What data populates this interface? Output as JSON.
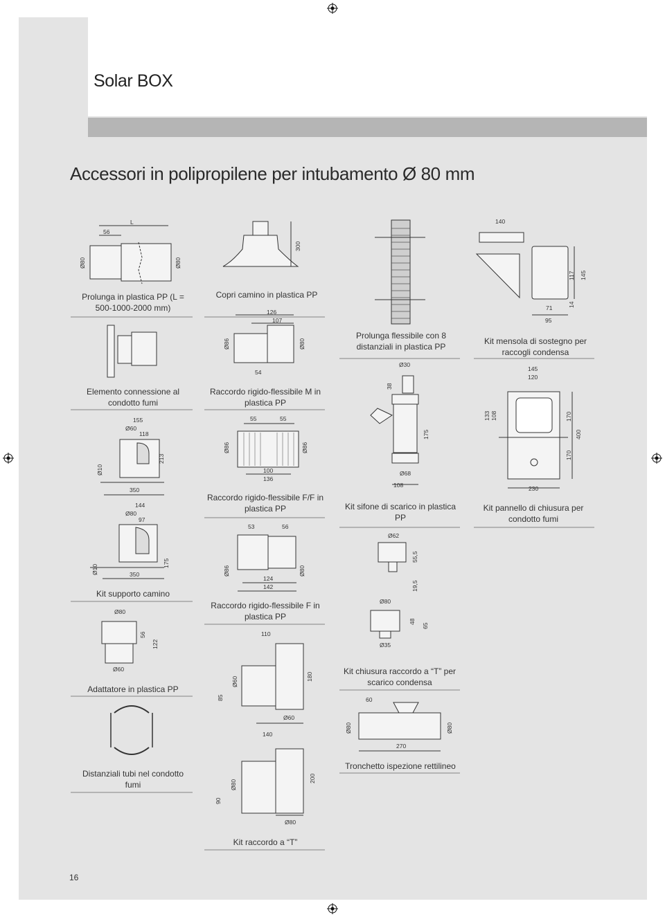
{
  "header": {
    "title": "Solar BOX"
  },
  "section": {
    "title": "Accessori in polipropilene per intubamento Ø 80 mm"
  },
  "page_number": "16",
  "captions": {
    "c1": "Prolunga in plastica PP (L =\n500-1000-2000 mm)",
    "c2": "Copri camino in plastica PP",
    "c3": "Prolunga flessibile con 8\ndistanziali in plastica PP",
    "c4": "Kit mensola di sostegno per\nraccogli condensa",
    "c5": "Elemento connessione al\ncondotto fumi",
    "c6": "Raccordo rigido-flessibile M in\nplastica PP",
    "c7": "Raccordo rigido-flessibile F/F in\nplastica PP",
    "c8": "Kit sifone di scarico in plastica\nPP",
    "c9": "Kit pannello di chiusura per\ncondotto fumi",
    "c10": "Kit supporto camino",
    "c11": "Raccordo rigido-flessibile F in\nplastica PP",
    "c12": "Adattatore in plastica PP",
    "c13": "Kit chiusura raccordo a “T” per\nscarico condensa",
    "c14": "Distanziali tubi nel condotto\nfumi",
    "c15": "Tronchetto ispezione rettilineo",
    "c16": "Kit raccordo a “T”"
  },
  "dims": {
    "d_56a": "56",
    "d_L": "L",
    "d_o80a": "Ø80",
    "d_o80b": "Ø80",
    "d_300": "300",
    "d_140a": "140",
    "d_117": "117",
    "d_145a": "145",
    "d_14": "14",
    "d_71": "71",
    "d_95": "95",
    "d_126": "126",
    "d_107": "107",
    "d_o86a": "Ø86",
    "d_o80c": "Ø80",
    "d_54": "54",
    "d_o30": "Ø30",
    "d_38": "38",
    "d_145b": "145",
    "d_120": "120",
    "d_155": "155",
    "d_o60a": "Ø60",
    "d_118": "118",
    "d_213": "213",
    "d_o10a": "Ø10",
    "d_350a": "350",
    "d_55a": "55",
    "d_55b": "55",
    "d_o86b": "Ø86",
    "d_o86c": "Ø86",
    "d_100": "100",
    "d_136": "136",
    "d_175a": "175",
    "d_o68": "Ø68",
    "d_108a": "108",
    "d_133": "133",
    "d_108b": "108",
    "d_170a": "170",
    "d_400": "400",
    "d_170b": "170",
    "d_230": "230",
    "d_144": "144",
    "d_o80d": "Ø80",
    "d_97": "97",
    "d_175b": "175",
    "d_o10b": "Ø10",
    "d_350b": "350",
    "d_53": "53",
    "d_56b": "56",
    "d_o86d": "Ø86",
    "d_o80e": "Ø80",
    "d_124": "124",
    "d_142": "142",
    "d_o62": "Ø62",
    "d_55_5": "55,5",
    "d_19_5": "19,5",
    "d_o80f": "Ø80",
    "d_56c": "56",
    "d_122": "122",
    "d_o60b": "Ø60",
    "d_110": "110",
    "d_85": "85",
    "d_o60c": "Ø60",
    "d_180": "180",
    "d_o60d": "Ø60",
    "d_o80g": "Ø80",
    "d_48": "48",
    "d_65": "65",
    "d_o35": "Ø35",
    "d_60": "60",
    "d_o80h": "Ø80",
    "d_o80i": "Ø80",
    "d_270": "270",
    "d_140b": "140",
    "d_90": "90",
    "d_o80j": "Ø80",
    "d_200": "200",
    "d_o80k": "Ø80"
  }
}
